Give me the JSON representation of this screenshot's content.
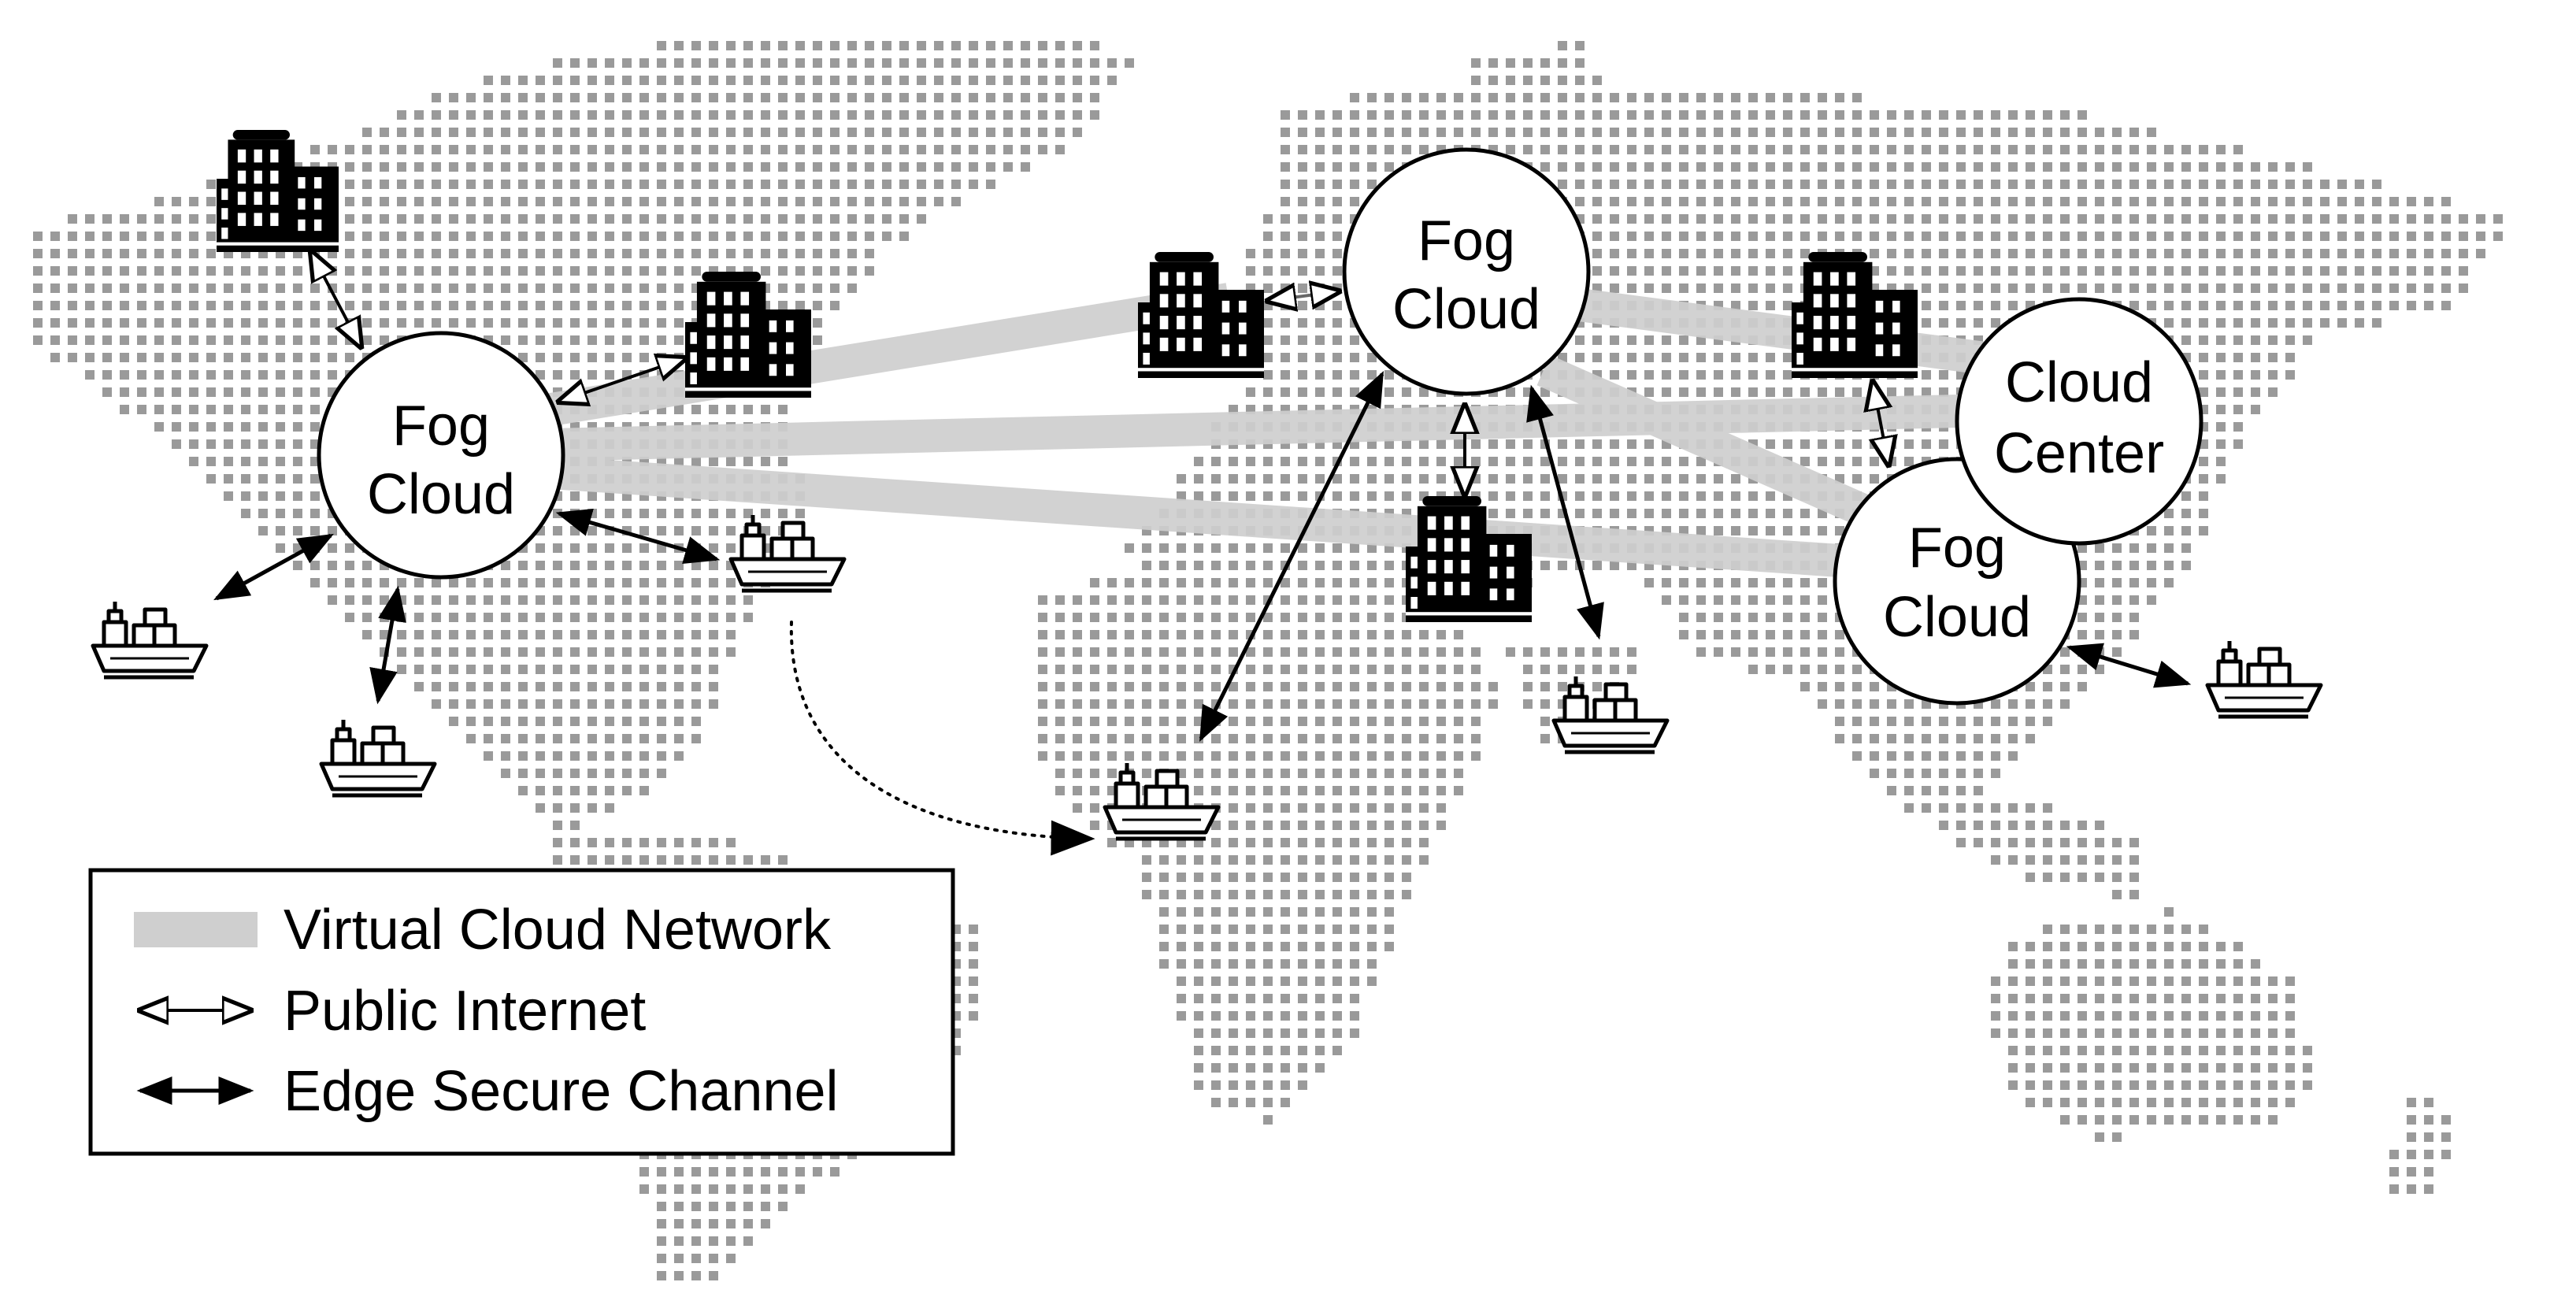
{
  "nodes": [
    {
      "id": "fog-west",
      "line1": "Fog",
      "line2": "Cloud"
    },
    {
      "id": "fog-central",
      "line1": "Fog",
      "line2": "Cloud"
    },
    {
      "id": "fog-east",
      "line1": "Fog",
      "line2": "Cloud"
    },
    {
      "id": "cloud-center",
      "line1": "Cloud",
      "line2": "Center"
    }
  ],
  "legend": {
    "virtual_cloud_network": "Virtual Cloud Network",
    "public_internet": "Public Internet",
    "edge_secure_channel": "Edge Secure Channel"
  },
  "colors": {
    "map_dots": "#9a9a9a",
    "virtual_network_band": "#cfcfcf",
    "outline": "#000000"
  },
  "icons": [
    "building-icon",
    "cargo-ship-icon",
    "world-map-dots"
  ]
}
